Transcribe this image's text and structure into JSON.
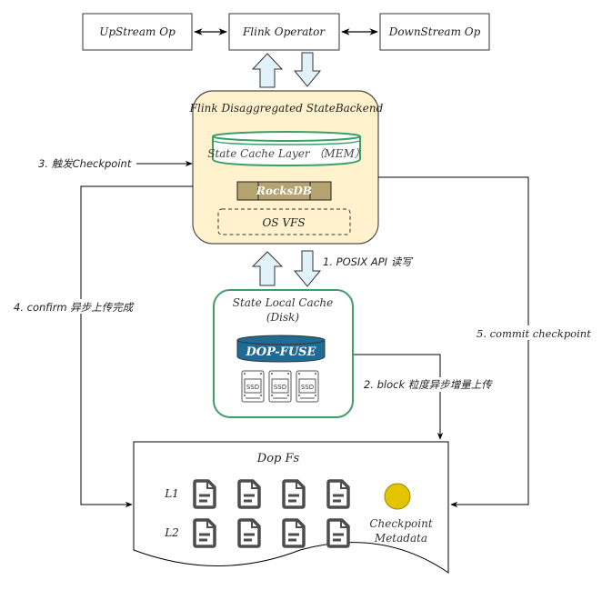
{
  "colors": {
    "backend_fill": "#fff2cc",
    "backend_stroke": "#4d4d4d",
    "cache_green": "#3c9f6a",
    "rocksdb_fill": "#b5a370",
    "dopfuse_fill": "#1e6b96",
    "arrow_fill": "#e2f2fb",
    "metadata_dot": "#e3c400",
    "file_icon": "#4d4d4d",
    "line": "#000000"
  },
  "operators": {
    "upstream": "UpStream Op",
    "flink": "Flink Operator",
    "downstream": "DownStream Op"
  },
  "backend": {
    "title": "Flink Disaggregated StateBackend",
    "state_cache": "State Cache Layer （MEM）",
    "rocksdb": "RocksDB",
    "os_vfs": "OS VFS"
  },
  "local_cache": {
    "title_line1": "State Local Cache",
    "title_line2": "(Disk)",
    "dop_fuse": "DOP-FUSE",
    "ssd_labels": [
      "SSD",
      "SSD",
      "SSD"
    ]
  },
  "dopfs": {
    "title": "Dop Fs",
    "levels": [
      {
        "label": "L1",
        "files": 4
      },
      {
        "label": "L2",
        "files": 4
      }
    ],
    "metadata_line1": "Checkpoint",
    "metadata_line2": "Metadata"
  },
  "steps": {
    "step1": "1. POSIX API 读写",
    "step2": "2. block 粒度异步增量上传",
    "step3": "3. 触发Checkpoint",
    "step4": "4. confirm 异步上传完成",
    "step5": "5.  commit checkpoint"
  },
  "icons": {
    "file": "file-document-icon",
    "ssd": "ssd-drive-icon",
    "database": "database-cylinder-icon",
    "metadata": "checkpoint-metadata-icon"
  }
}
